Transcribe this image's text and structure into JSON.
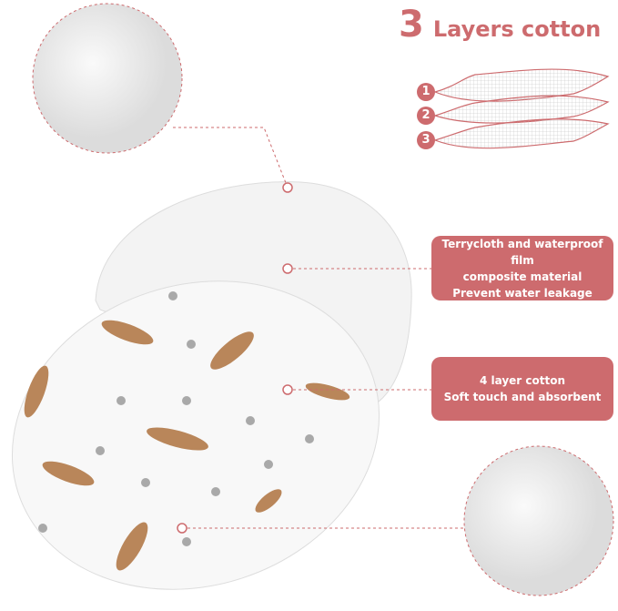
{
  "header": {
    "number": "3",
    "title": "Layers cotton"
  },
  "layers": [
    "1",
    "2",
    "3"
  ],
  "features": [
    {
      "lines": [
        "Terrycloth and waterproof film",
        "composite material",
        "Prevent water leakage"
      ]
    },
    {
      "lines": [
        "4 layer cotton",
        "Soft touch and absorbent"
      ]
    }
  ],
  "colors": {
    "accent": "#cd6b6e",
    "cloth": "#f6f6f6",
    "dog": "#b9865a",
    "paw": "#a9a9a9"
  }
}
